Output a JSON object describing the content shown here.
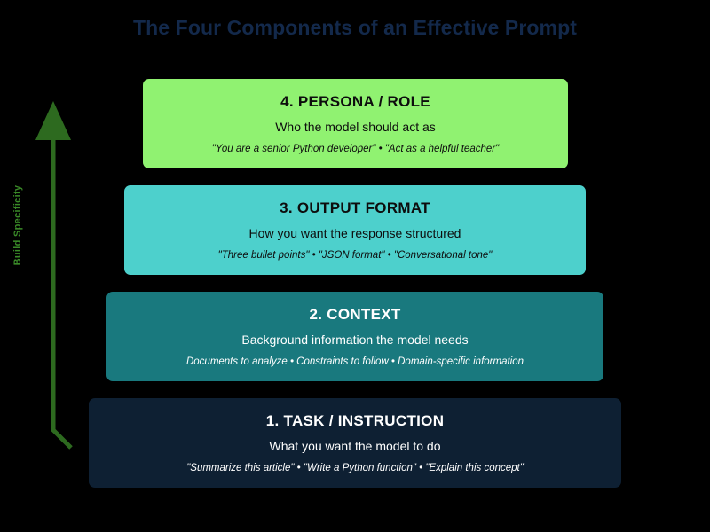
{
  "page": {
    "title": "The Four Components of an Effective Prompt",
    "background_color": "#000000",
    "title_color": "#13294b"
  },
  "axis": {
    "label": "Build Specificity",
    "arrow_color": "#2d6a1f",
    "label_color": "#3a8a28",
    "direction": "up"
  },
  "layers": [
    {
      "id": "layer-4",
      "title": "4. PERSONA / ROLE",
      "description": "Who the model should act as",
      "examples": "\"You are a senior Python developer\" • \"Act as a helpful teacher\"",
      "bg_color": "#90f271",
      "text_color": "#0d0d0d"
    },
    {
      "id": "layer-3",
      "title": "3. OUTPUT FORMAT",
      "description": "How you want the response structured",
      "examples": "\"Three bullet points\" • \"JSON format\" • \"Conversational tone\"",
      "bg_color": "#4dd0cc",
      "text_color": "#0d0d0d"
    },
    {
      "id": "layer-2",
      "title": "2. CONTEXT",
      "description": "Background information the model needs",
      "examples": "Documents to analyze • Constraints to follow • Domain-specific information",
      "bg_color": "#19797e",
      "text_color": "#ffffff"
    },
    {
      "id": "layer-1",
      "title": "1. TASK / INSTRUCTION",
      "description": "What you want the model to do",
      "examples": "\"Summarize this article\" • \"Write a Python function\" • \"Explain this concept\"",
      "bg_color": "#0e2033",
      "text_color": "#ffffff"
    }
  ]
}
